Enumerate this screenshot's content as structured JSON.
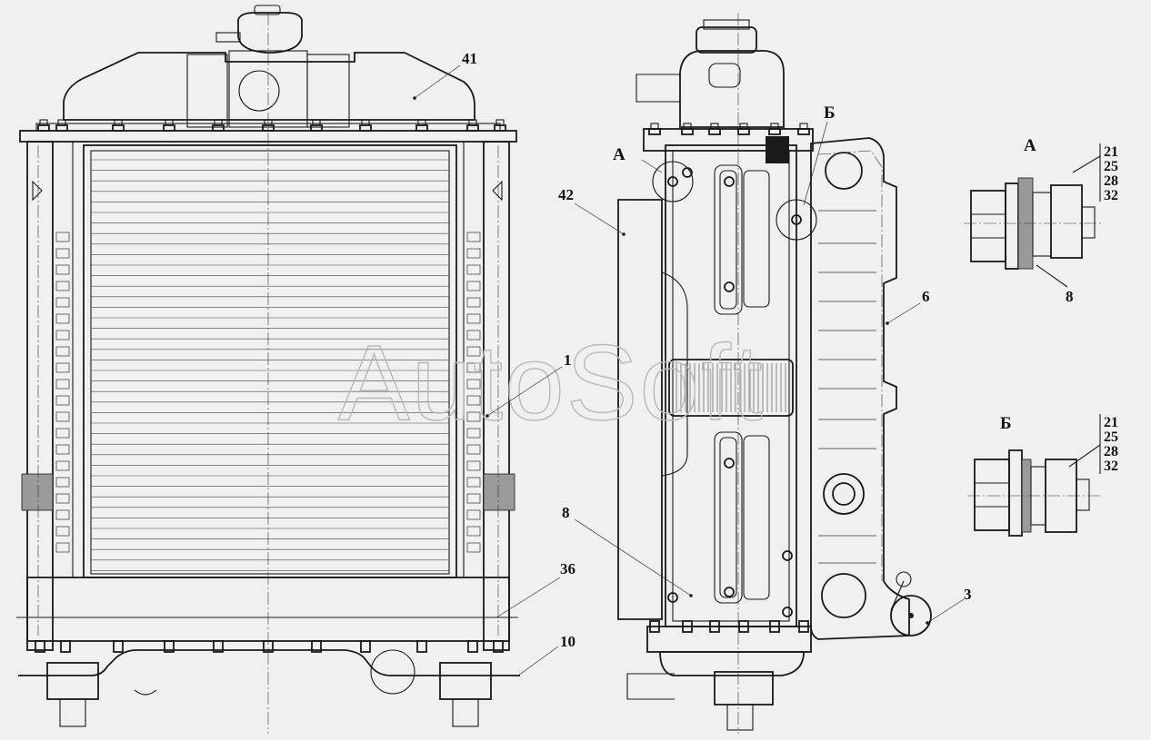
{
  "watermark": "AutoSoft",
  "callouts": {
    "c41": "41",
    "c1": "1",
    "c36": "36",
    "c10": "10",
    "c42": "42",
    "c8_side": "8",
    "c6": "6",
    "c3": "3",
    "c8_detail": "8"
  },
  "views": {
    "view_a": "А",
    "view_b": "Б"
  },
  "details": {
    "a": {
      "title": "А",
      "parts": [
        "21",
        "25",
        "28",
        "32"
      ],
      "pointer": "8"
    },
    "b": {
      "title": "Б",
      "parts": [
        "21",
        "25",
        "28",
        "32"
      ]
    }
  }
}
